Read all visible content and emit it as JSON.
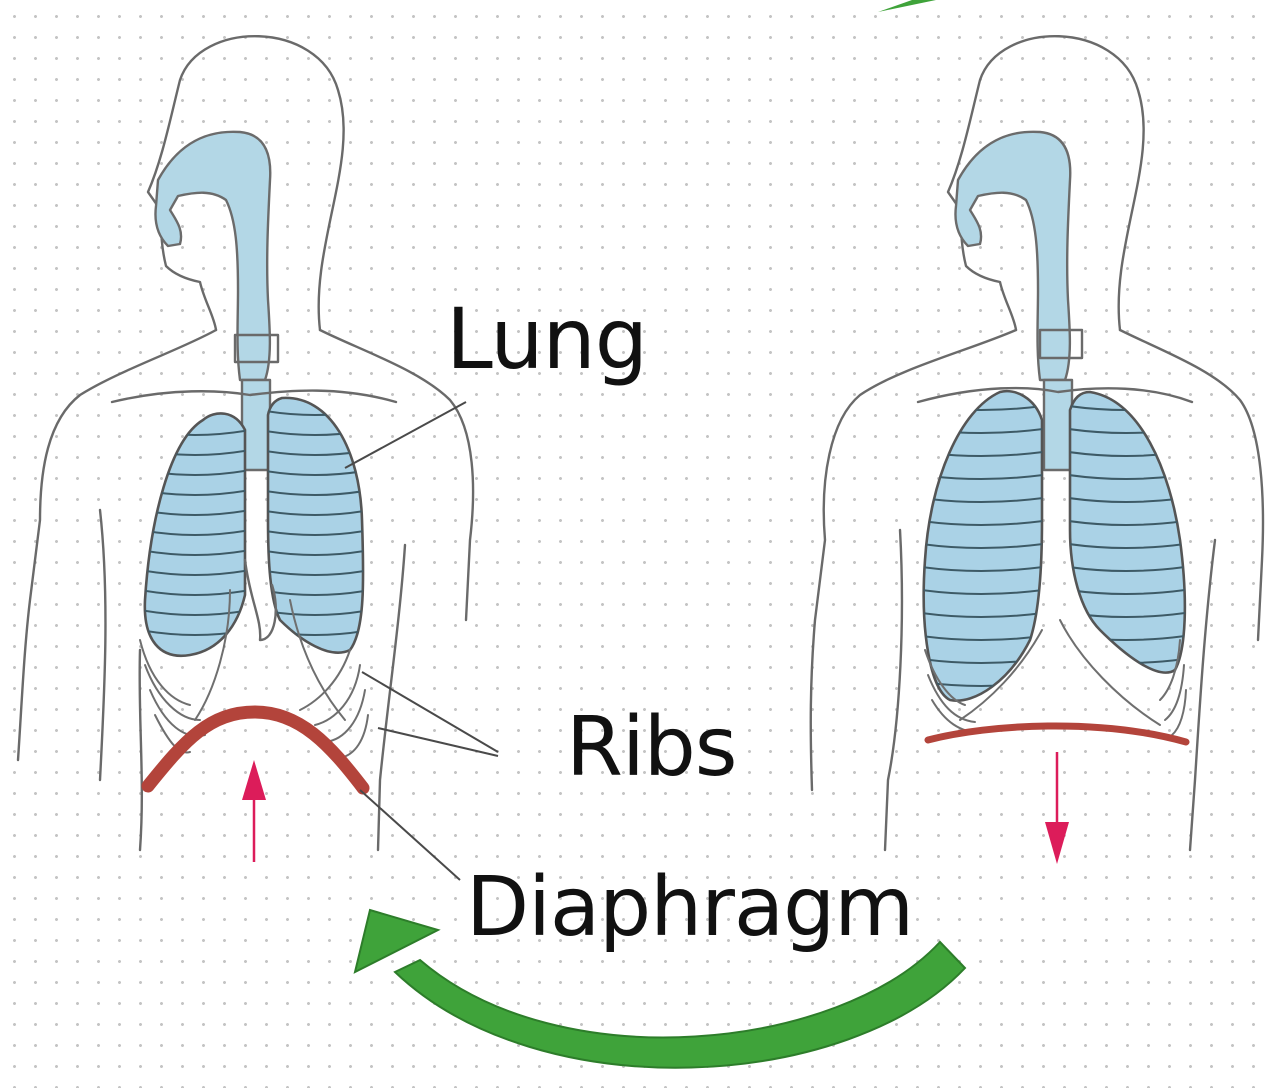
{
  "labels": {
    "lung": "Lung",
    "ribs": "Ribs",
    "diaphragm": "Diaphragm"
  },
  "colors": {
    "airway": "#b3d7e6",
    "lung": "#aad2e6",
    "diaphragm": "#d9574d",
    "movement_arrow": "#dc1c5a",
    "cycle_arrow": "#3fa33a"
  },
  "figures": [
    {
      "state": "exhale",
      "diaphragm_shape": "dome",
      "arrow_direction": "up"
    },
    {
      "state": "inhale",
      "diaphragm_shape": "flat",
      "arrow_direction": "down"
    }
  ],
  "cycle_arrow": {
    "direction": "right-to-left"
  }
}
